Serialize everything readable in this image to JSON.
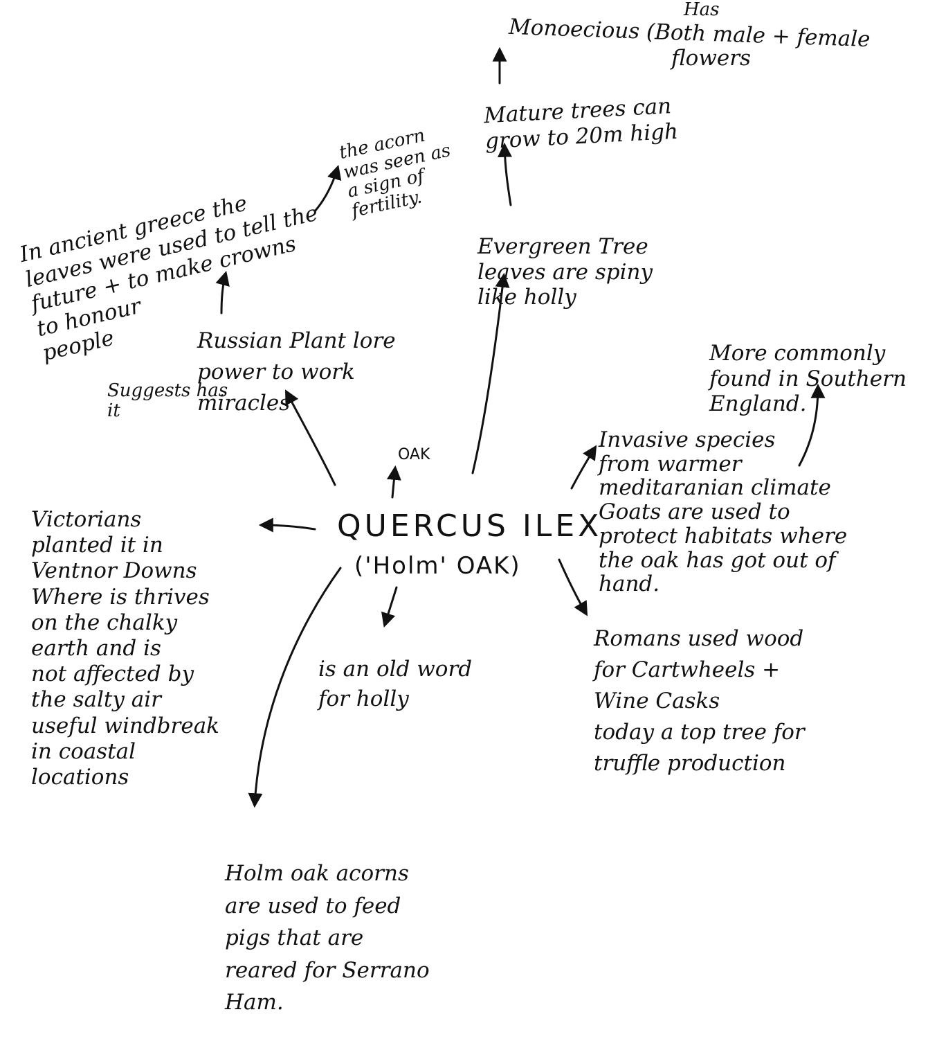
{
  "center": {
    "name": "QUERCUS ILEX",
    "common": "('Holm' OAK)"
  },
  "notes": {
    "oak": "OAK",
    "has": "Has",
    "monoecious": "Monoecious (Both male + female",
    "flowers": "flowers",
    "mature": "Mature trees can\ngrow to 20m high",
    "acorn": "the acorn\nwas seen as\na sign of\nfertility.",
    "greece": "In ancient greece the\nleaves were used to tell the\nfuture + to make crowns\nto honour\npeople",
    "evergreen": "Evergreen Tree\nleaves are spiny\nlike holly",
    "russian": "Russian Plant lore\npower to work\nmiracles",
    "suggests": "Suggests has\nit",
    "southern": "More commonly\nfound in Southern\nEngland.",
    "invasive": "Invasive species\nfrom warmer\nmeditaranian climate\nGoats are used to\nprotect habitats where\nthe oak has got out of\nhand.",
    "victorians": "Victorians\nplanted it in\nVentnor Downs\nWhere is thrives\non the chalky\nearth and is\nnot affected by\nthe salty air\nuseful windbreak\nin coastal\nlocations",
    "ilex": "is an old word\nfor holly",
    "romans": "Romans used wood\nfor Cartwheels +\nWine Casks\ntoday a top tree for\ntruffle production",
    "acorns_pigs": "Holm oak acorns\nare used to feed\npigs that are\nreared for Serrano\nHam."
  }
}
